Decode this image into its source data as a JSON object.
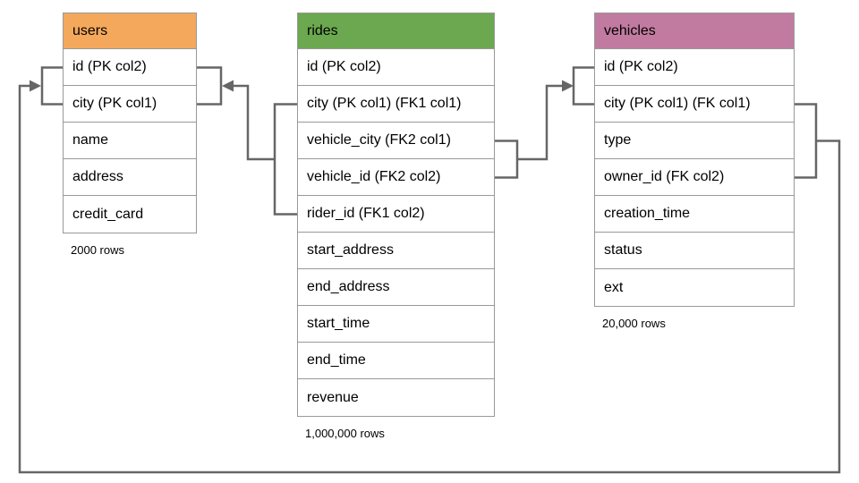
{
  "tables": [
    {
      "name": "users",
      "header_color": "#F4A85C",
      "columns": [
        "id (PK col2)",
        "city (PK col1)",
        "name",
        "address",
        "credit_card"
      ],
      "row_count": "2000 rows"
    },
    {
      "name": "rides",
      "header_color": "#6BA84F",
      "columns": [
        "id (PK col2)",
        "city (PK col1) (FK1 col1)",
        "vehicle_city (FK2 col1)",
        "vehicle_id (FK2 col2)",
        "rider_id (FK1 col2)",
        "start_address",
        "end_address",
        "start_time",
        "end_time",
        "revenue"
      ],
      "row_count": "1,000,000 rows"
    },
    {
      "name": "vehicles",
      "header_color": "#C27BA0",
      "columns": [
        "id (PK col2)",
        "city (PK col1) (FK col1)",
        "type",
        "owner_id (FK col2)",
        "creation_time",
        "status",
        "ext"
      ],
      "row_count": "20,000 rows"
    }
  ],
  "relationships": [
    {
      "name": "rides-to-users",
      "from": "rides (city, rider_id)",
      "to": "users (id, city)",
      "fk": "FK1"
    },
    {
      "name": "rides-to-vehicles",
      "from": "rides (vehicle_city, vehicle_id)",
      "to": "vehicles (id, city)",
      "fk": "FK2"
    },
    {
      "name": "vehicles-to-users",
      "from": "vehicles (city, owner_id)",
      "to": "users (city, id)",
      "fk": "FK"
    }
  ],
  "colors": {
    "connector": "#666666",
    "table_border": "#999999",
    "text": "#000000",
    "background": "#FFFFFF"
  }
}
